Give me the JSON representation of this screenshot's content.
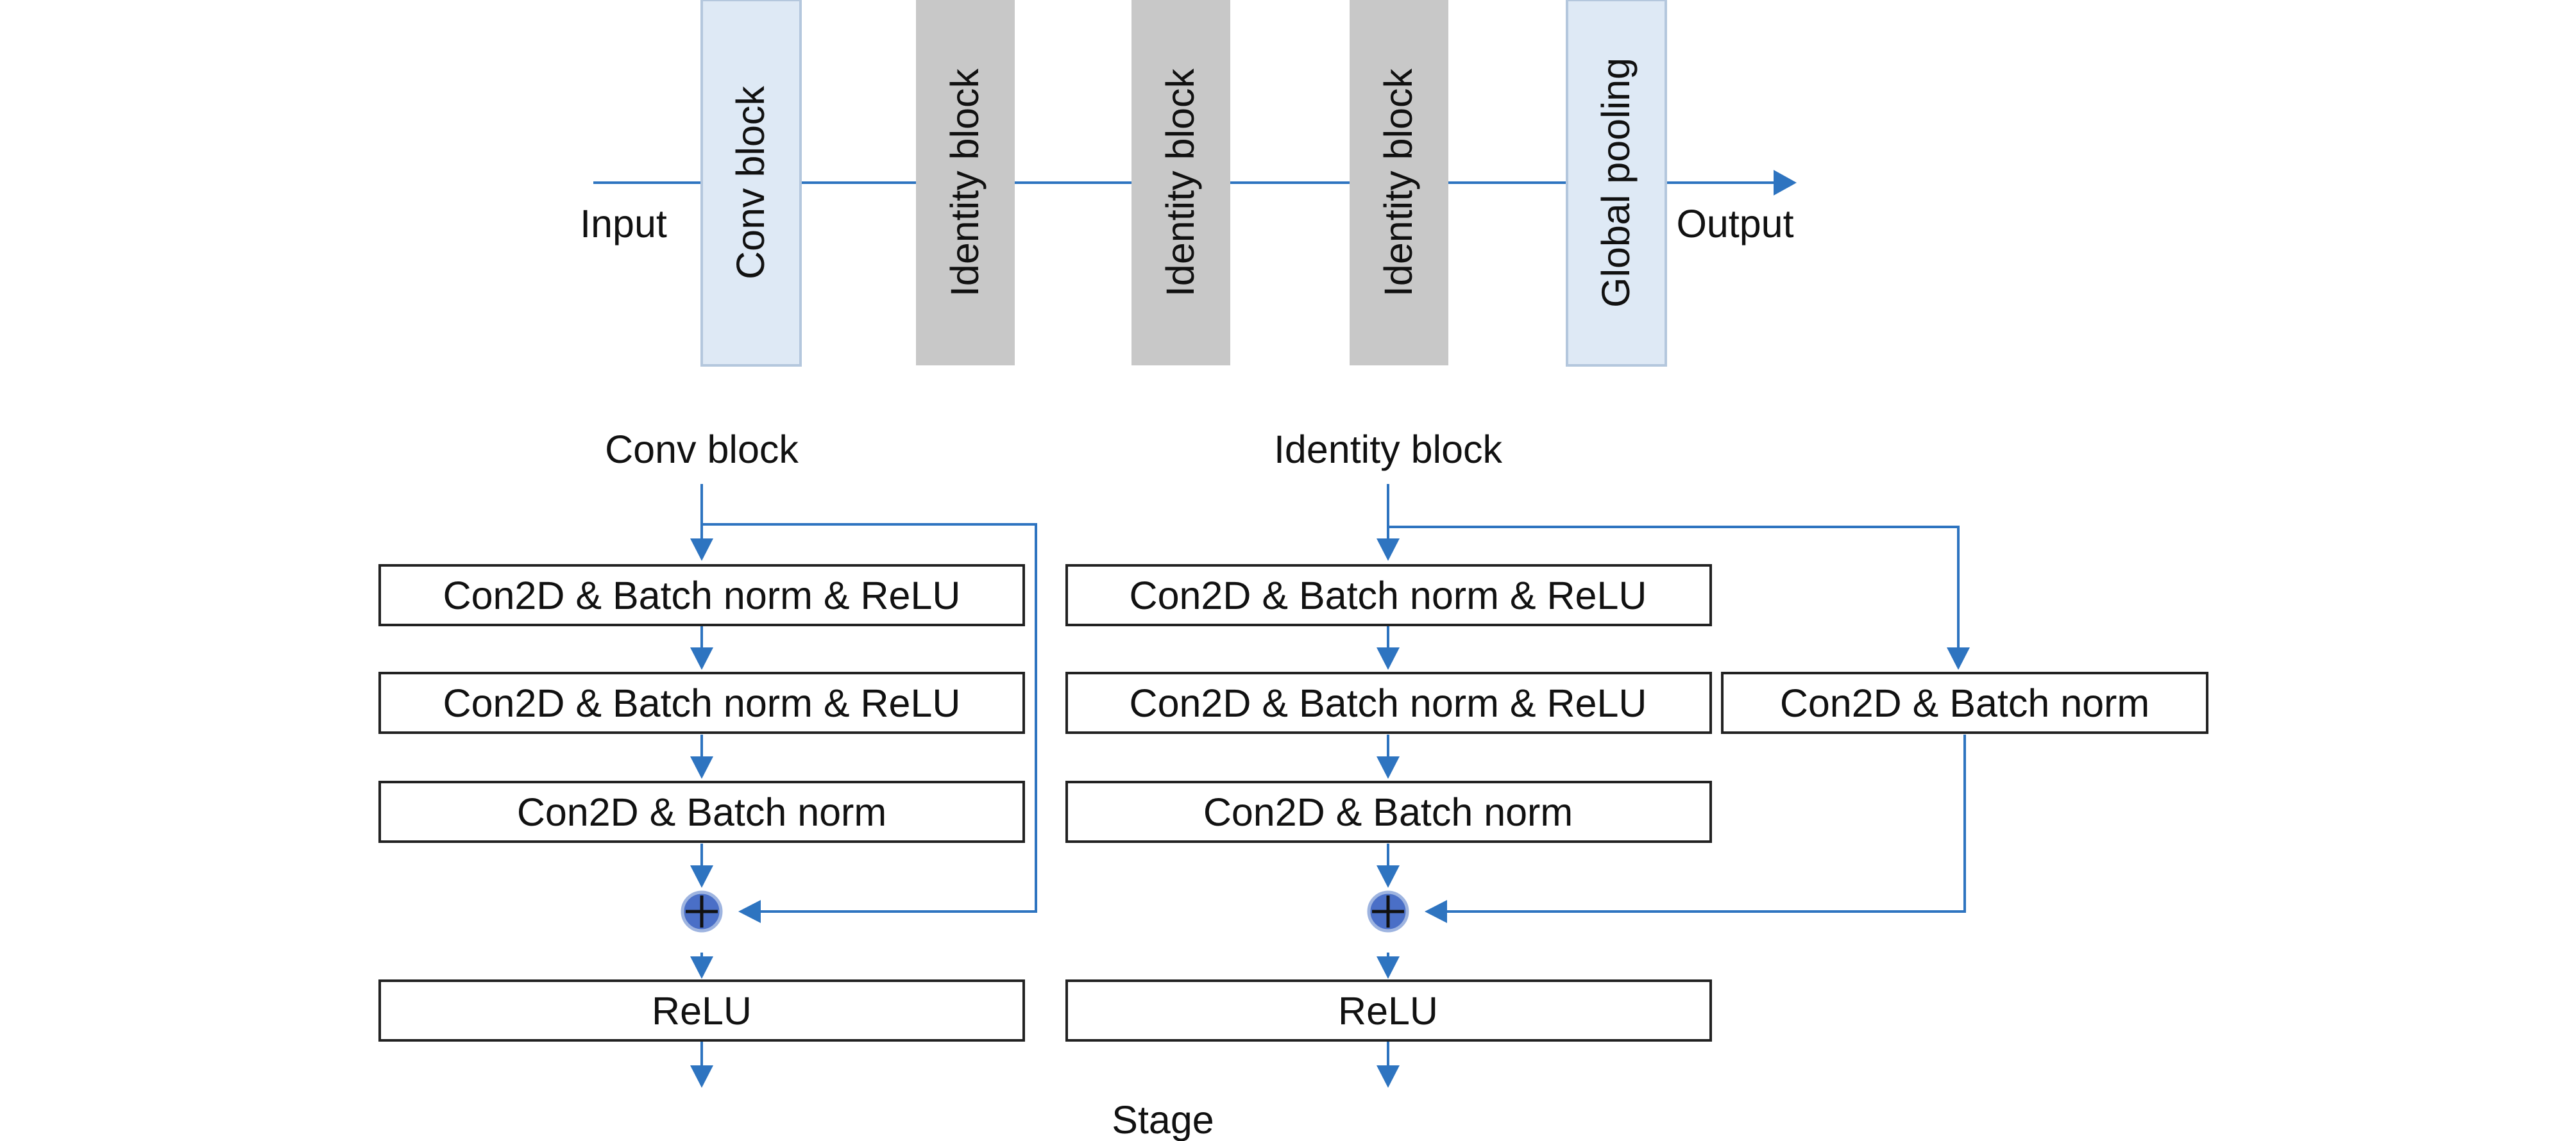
{
  "pipeline": {
    "input_label": "Input",
    "output_label": "Output",
    "blocks": [
      {
        "label": "Conv block",
        "type": "conv"
      },
      {
        "label": "Identity block",
        "type": "identity"
      },
      {
        "label": "Identity block",
        "type": "identity"
      },
      {
        "label": "Identity block",
        "type": "identity"
      },
      {
        "label": "Global pooling",
        "type": "pool"
      }
    ]
  },
  "conv_detail": {
    "title": "Conv block",
    "layers": [
      "Con2D & Batch norm & ReLU",
      "Con2D & Batch norm & ReLU",
      "Con2D & Batch norm"
    ],
    "output": "ReLU"
  },
  "identity_detail": {
    "title": "Identity block",
    "layers": [
      "Con2D & Batch norm & ReLU",
      "Con2D & Batch norm & ReLU",
      "Con2D & Batch norm"
    ],
    "shortcut": "Con2D & Batch norm",
    "output": "ReLU"
  },
  "caption": "Stage",
  "colors": {
    "arrow": "#2e74c0",
    "light_block_fill": "#dee9f5",
    "light_block_border": "#b4c7dd",
    "gray_block_fill": "#c8c8c8",
    "adder_fill": "#4a6fc7",
    "box_border": "#222222"
  }
}
